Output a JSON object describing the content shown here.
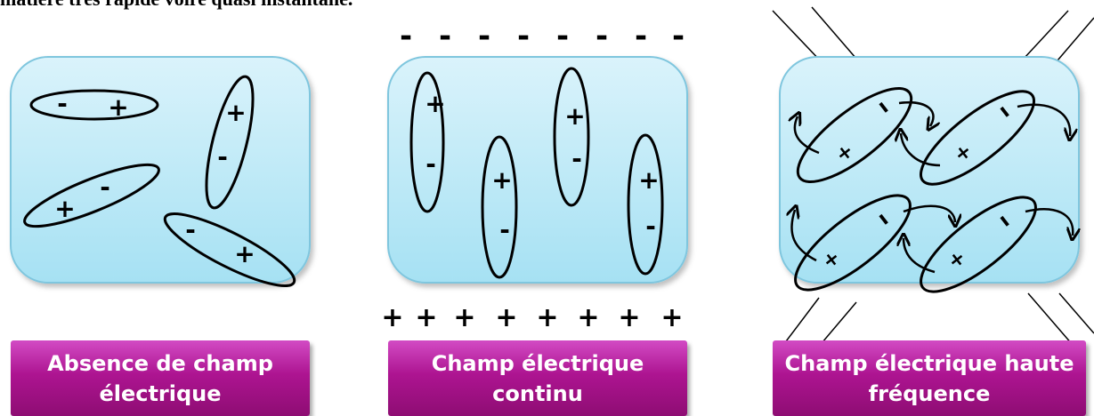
{
  "top_text": "matière très rapide voire quasi instantané.",
  "panels": [
    {
      "label_line1": "Absence de champ",
      "label_line2": "électrique"
    },
    {
      "label_line1": "Champ électrique",
      "label_line2": "continu"
    },
    {
      "label_line1": "Champ électrique haute",
      "label_line2": "fréquence"
    }
  ],
  "plus_sign": "+",
  "minus_sign": "-",
  "hf_minus_sign": "ı",
  "hf_plus_sign": "+",
  "colors": {
    "box_fill_top": "#daf3fb",
    "box_fill_bottom": "#a6e1f3",
    "box_stroke": "#7fc6de",
    "label_top": "#d24bc4",
    "label_bottom": "#8e0d73"
  }
}
